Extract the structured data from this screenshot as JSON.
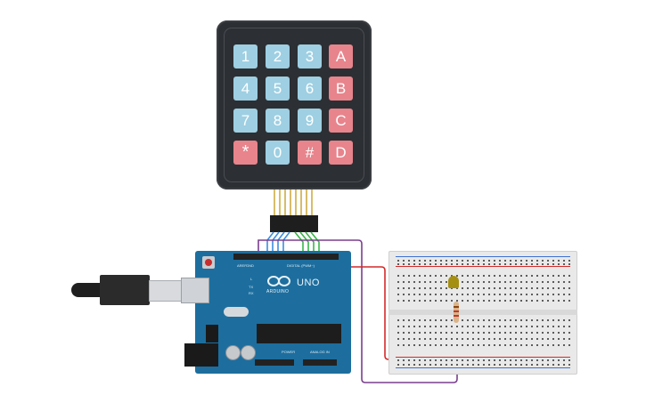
{
  "keypad": {
    "rows": [
      [
        "1",
        "2",
        "3",
        "A"
      ],
      [
        "4",
        "5",
        "6",
        "B"
      ],
      [
        "7",
        "8",
        "9",
        "C"
      ],
      [
        "*",
        "0",
        "#",
        "D"
      ]
    ]
  },
  "arduino": {
    "model_label": "UNO",
    "brand_label": "ARDUINO",
    "digital_label": "DIGITAL (PWM~)",
    "power_label": "POWER",
    "analog_label": "ANALOG IN",
    "aref_label": "AREF",
    "gnd_label": "GND",
    "tx_label": "TX",
    "rx_label": "RX",
    "l_label": "L"
  },
  "colors": {
    "board": "#1d6e9e",
    "wire_blue": "#3d8ee0",
    "wire_green": "#3bb54a",
    "wire_red": "#d42a2a",
    "wire_purple": "#7a3f8e",
    "wire_yellow": "#e3c92c"
  }
}
